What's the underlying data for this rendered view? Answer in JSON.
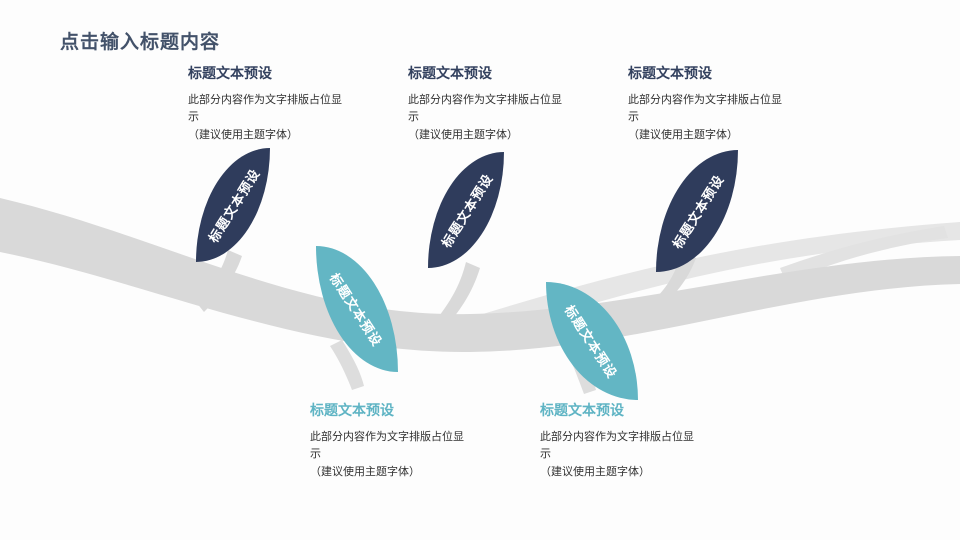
{
  "slide": {
    "title": "点击输入标题内容"
  },
  "colors": {
    "navy": "#2f3c5c",
    "teal": "#63b6c4",
    "branch_gray": "#d9d9d9",
    "branch_light_gray": "#e6e6e6",
    "title_color": "#43526a"
  },
  "leaves": [
    {
      "label": "标题文本预设",
      "style": "dark"
    },
    {
      "label": "标题文本预设",
      "style": "dark"
    },
    {
      "label": "标题文本预设",
      "style": "dark"
    },
    {
      "label": "标题文本预设",
      "style": "teal"
    },
    {
      "label": "标题文本预设",
      "style": "teal"
    }
  ],
  "top_blocks": [
    {
      "heading": "标题文本预设",
      "body": "此部分内容作为文字排版占位显示",
      "note": "（建议使用主题字体）"
    },
    {
      "heading": "标题文本预设",
      "body": "此部分内容作为文字排版占位显示",
      "note": "（建议使用主题字体）"
    },
    {
      "heading": "标题文本预设",
      "body": "此部分内容作为文字排版占位显示",
      "note": "（建议使用主题字体）"
    }
  ],
  "bottom_blocks": [
    {
      "heading": "标题文本预设",
      "body": "此部分内容作为文字排版占位显示",
      "note": "（建议使用主题字体）"
    },
    {
      "heading": "标题文本预设",
      "body": "此部分内容作为文字排版占位显示",
      "note": "（建议使用主题字体）"
    }
  ]
}
